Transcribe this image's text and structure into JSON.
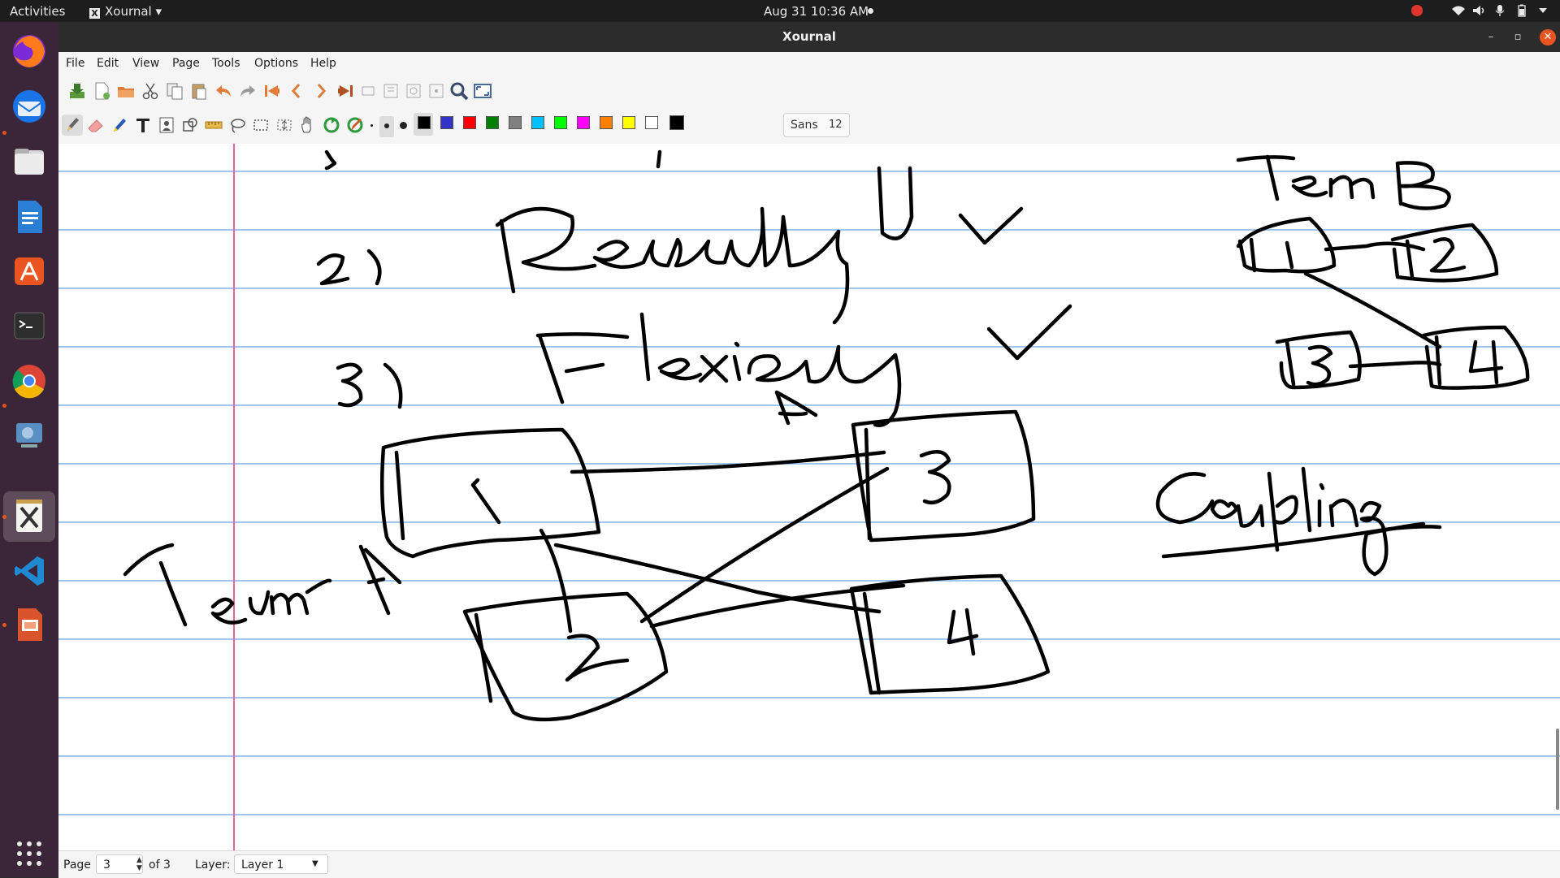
{
  "topbar": {
    "activities": "Activities",
    "app_name": "Xournal",
    "app_menu_arrow": "▾",
    "clock": "Aug 31  10:36 AM",
    "system_icons": [
      "wifi-icon",
      "volume-icon",
      "mic-icon",
      "battery-icon",
      "power-menu-icon"
    ]
  },
  "dock": {
    "apps": [
      "firefox",
      "thunderbird",
      "files",
      "libreoffice-writer",
      "ubuntu-software",
      "terminal",
      "chrome",
      "screen-recorder",
      "xournal",
      "vscode",
      "libreoffice-impress"
    ],
    "show_apps_icon": "show-applications-icon"
  },
  "window": {
    "title": "Xournal",
    "controls": {
      "minimize": "–",
      "maximize": "▫",
      "close": "✕"
    }
  },
  "menubar": {
    "items": [
      "File",
      "Edit",
      "View",
      "Page",
      "Tools",
      "Options",
      "Help"
    ]
  },
  "toolbar_main": {
    "icons": [
      "save-icon",
      "new-icon",
      "open-icon",
      "cut-icon",
      "copy-icon",
      "paste-icon",
      "undo-icon",
      "redo-icon",
      "first-page-icon",
      "prev-page-icon",
      "next-page-icon",
      "last-page-icon",
      "page-option-1-icon",
      "page-option-2-icon",
      "page-option-3-icon",
      "page-option-4-icon",
      "zoom-icon",
      "fullscreen-icon"
    ]
  },
  "toolbar_tools": {
    "tools": [
      "pen-icon",
      "eraser-icon",
      "highlighter-icon",
      "text-icon",
      "image-icon",
      "shape-icon",
      "ruler-icon",
      "lasso-icon",
      "rect-select-icon",
      "vertical-space-icon",
      "hand-icon",
      "default-tool-icon",
      "default-pen-icon"
    ],
    "pen_widths": [
      "fine",
      "medium",
      "thick"
    ],
    "colors": [
      "#000000",
      "#3333cc",
      "#ff0000",
      "#008000",
      "#808080",
      "#00c0ff",
      "#00ff00",
      "#ff00ff",
      "#ff8000",
      "#ffff00",
      "#ffffff"
    ],
    "current_color": "#000000",
    "font_name": "Sans",
    "font_size": "12"
  },
  "canvas": {
    "rule_color": "#9fc6ef",
    "margin_color": "#e7639b",
    "ink_color": "#000000",
    "handwriting": [
      "2)",
      "Reusability",
      "3)",
      "Flexibility",
      "Team B",
      "1",
      "2",
      "3",
      "4",
      "A",
      "Coupling",
      "Team A"
    ]
  },
  "statusbar": {
    "page_label": "Page",
    "page_value": "3",
    "page_total": "of 3",
    "layer_label": "Layer:",
    "layer_value": "Layer 1"
  }
}
